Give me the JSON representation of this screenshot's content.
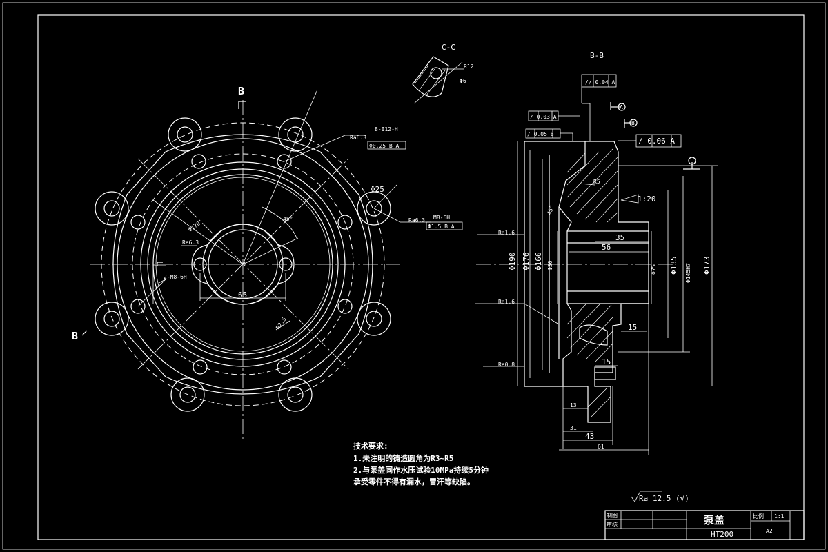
{
  "drawing": {
    "section_front": "B",
    "section_b_label": "B-B",
    "section_c_label": "C-C",
    "front_view": {
      "dia_170": "Φ170",
      "dia_25": "Φ25",
      "dim_65": "65",
      "dim_45deg": "45°",
      "dim_r2": "R2.5",
      "label_8x12": "8-Φ12-H",
      "tol_8x12": "Φ0.25 B A",
      "label_ra63_a": "Ra6.3",
      "label_m8": "M8-6H",
      "tol_m8": "Φ1.5 B A",
      "label_ra63_b": "Ra6.3",
      "label_ra63_c": "Ra6.3",
      "label_2m8": "2-M8-6H"
    },
    "section_view": {
      "tol_top": "// 0.04 A",
      "tol_left1": "/ 0.03 A",
      "tol_left2": "/ 0.05 B",
      "tol_right": "/ 0.06 A",
      "datum_a": "A",
      "datum_b": "B",
      "r5": "R5",
      "taper": "1:20",
      "deg45": "45°",
      "d190": "Φ190",
      "d176": "Φ176",
      "d166": "Φ166",
      "d36": "Φ36",
      "d75": "Φ75",
      "d135": "Φ135",
      "d145": "Φ145H7",
      "d173": "Φ173",
      "l35": "35",
      "l56": "56",
      "l15a": "15",
      "l15b": "15",
      "l13": "13",
      "l31": "31",
      "l43": "43",
      "l61": "61",
      "ra_a": "Ra1.6",
      "ra_b": "Ra1.6",
      "ra_c": "Ra0.8",
      "r12": "R12",
      "r6": "Φ6"
    },
    "notes": {
      "heading": "技术要求:",
      "line1": "1.未注明的铸造圆角为R3~R5",
      "line2": "2.与泵盖同作水压试验10MPa持续5分钟",
      "line3": "承受零件不得有漏水，冒汗等缺陷。"
    },
    "roughness_general": "Ra 12.5 (√)",
    "title_block": {
      "drawn": "制图",
      "checked": "审核",
      "part_name": "泵盖",
      "material": "HT200",
      "scale_label": "比例",
      "scale_value": "1:1",
      "sheet": "A2"
    }
  }
}
